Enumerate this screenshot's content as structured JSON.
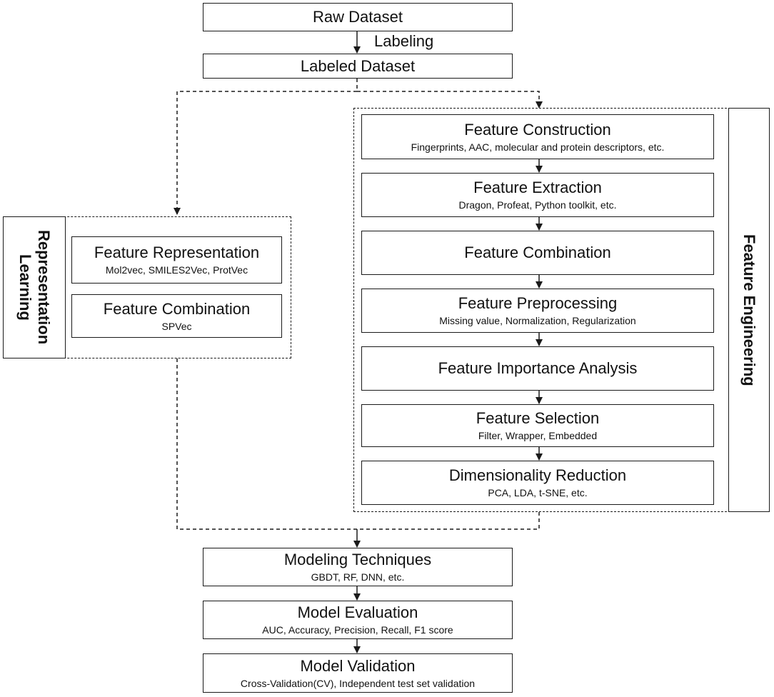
{
  "top": {
    "raw": "Raw Dataset",
    "labeling": "Labeling",
    "labeled": "Labeled Dataset"
  },
  "representation": {
    "side_title_line1": "Representation",
    "side_title_line2": "Learning",
    "representation_title": "Feature Representation",
    "representation_sub": "Mol2vec, SMILES2Vec, ProtVec",
    "combination_title": "Feature Combination",
    "combination_sub": "SPVec"
  },
  "engineering": {
    "side_title": "Feature Engineering",
    "construction_title": "Feature Construction",
    "construction_sub": "Fingerprints, AAC, molecular and protein descriptors, etc.",
    "extraction_title": "Feature Extraction",
    "extraction_sub": "Dragon, Profeat, Python toolkit, etc.",
    "combination_title": "Feature Combination",
    "preprocessing_title": "Feature Preprocessing",
    "preprocessing_sub": "Missing value, Normalization, Regularization",
    "importance_title": "Feature Importance Analysis",
    "selection_title": "Feature Selection",
    "selection_sub": "Filter, Wrapper, Embedded",
    "reduction_title": "Dimensionality Reduction",
    "reduction_sub": "PCA, LDA, t-SNE, etc."
  },
  "bottom": {
    "modeling_title": "Modeling Techniques",
    "modeling_sub": "GBDT, RF, DNN, etc.",
    "evaluation_title": "Model Evaluation",
    "evaluation_sub": "AUC, Accuracy, Precision, Recall, F1 score",
    "validation_title": "Model Validation",
    "validation_sub": "Cross-Validation(CV), Independent test set validation"
  }
}
